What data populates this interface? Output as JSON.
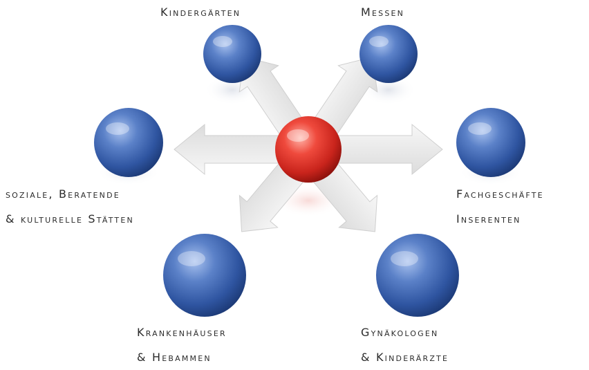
{
  "diagram": {
    "center_node": "center-sphere",
    "colors": {
      "center": "#e8342c",
      "node": "#3f66b3",
      "arrow": "#e9e9e9"
    },
    "targets": [
      {
        "id": "kindergaerten",
        "lines": [
          "Kindergärten"
        ]
      },
      {
        "id": "messen",
        "lines": [
          "Messen"
        ]
      },
      {
        "id": "soziale",
        "lines": [
          "soziale, Beratende",
          "& kulturelle Stätten"
        ]
      },
      {
        "id": "fachgeschaefte",
        "lines": [
          "Fachgeschäfte",
          "Inserenten"
        ]
      },
      {
        "id": "krankenhaeuser",
        "lines": [
          "Krankenhäuser",
          "& Hebammen"
        ]
      },
      {
        "id": "gynaekologen",
        "lines": [
          "Gynäkologen",
          "& Kinderärzte"
        ]
      }
    ]
  }
}
